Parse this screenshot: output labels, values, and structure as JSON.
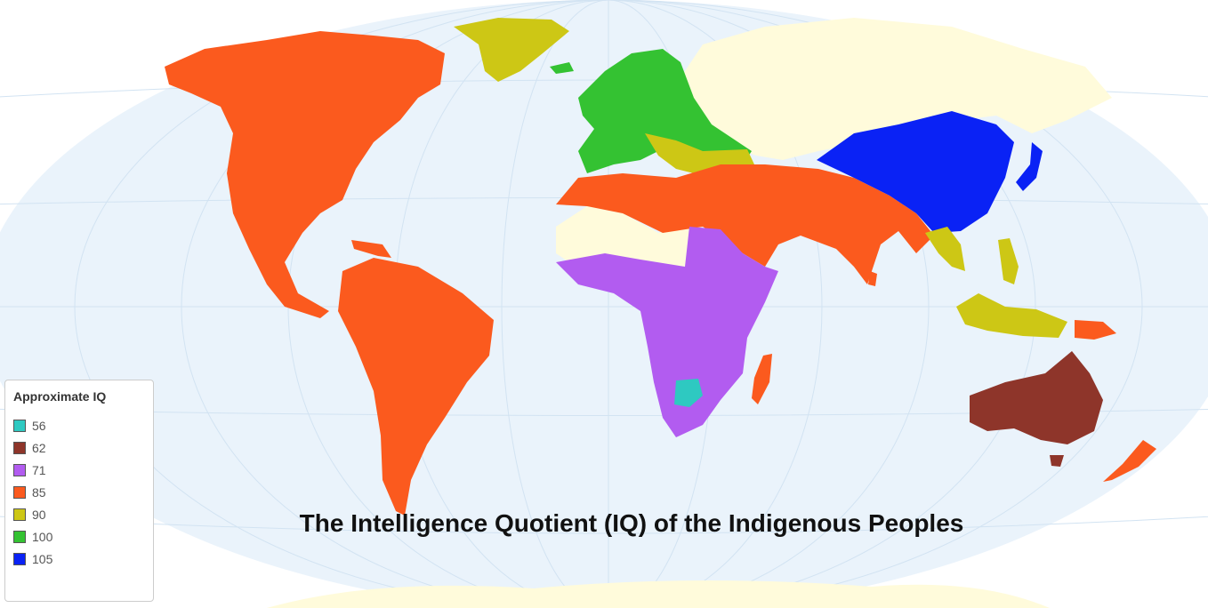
{
  "title": "The Intelligence Quotient (IQ) of the Indigenous Peoples",
  "legend": {
    "title": "Approximate IQ",
    "items": [
      {
        "label": "56",
        "color": "#2ec9c1"
      },
      {
        "label": "62",
        "color": "#8e352a"
      },
      {
        "label": "71",
        "color": "#b25cf0"
      },
      {
        "label": "85",
        "color": "#fb5a1e"
      },
      {
        "label": "90",
        "color": "#cdc715"
      },
      {
        "label": "100",
        "color": "#34c232"
      },
      {
        "label": "105",
        "color": "#0a22f5"
      }
    ]
  },
  "colors": {
    "ocean": "#eaf3fb",
    "no_data": "#fffbdb",
    "grid": "#d2e3f2"
  },
  "regions": [
    {
      "name": "north-america",
      "iq": "85"
    },
    {
      "name": "south-america",
      "iq": "85"
    },
    {
      "name": "greenland",
      "iq": "90"
    },
    {
      "name": "europe",
      "iq": "100"
    },
    {
      "name": "russia",
      "iq": null
    },
    {
      "name": "north-africa-middle-east-south-asia",
      "iq": "85"
    },
    {
      "name": "sub-saharan-africa",
      "iq": "71"
    },
    {
      "name": "botswana",
      "iq": "56"
    },
    {
      "name": "madagascar",
      "iq": "85"
    },
    {
      "name": "east-asia",
      "iq": "105"
    },
    {
      "name": "southeast-asia",
      "iq": "90"
    },
    {
      "name": "australia",
      "iq": "62"
    },
    {
      "name": "new-zealand",
      "iq": "85"
    }
  ]
}
